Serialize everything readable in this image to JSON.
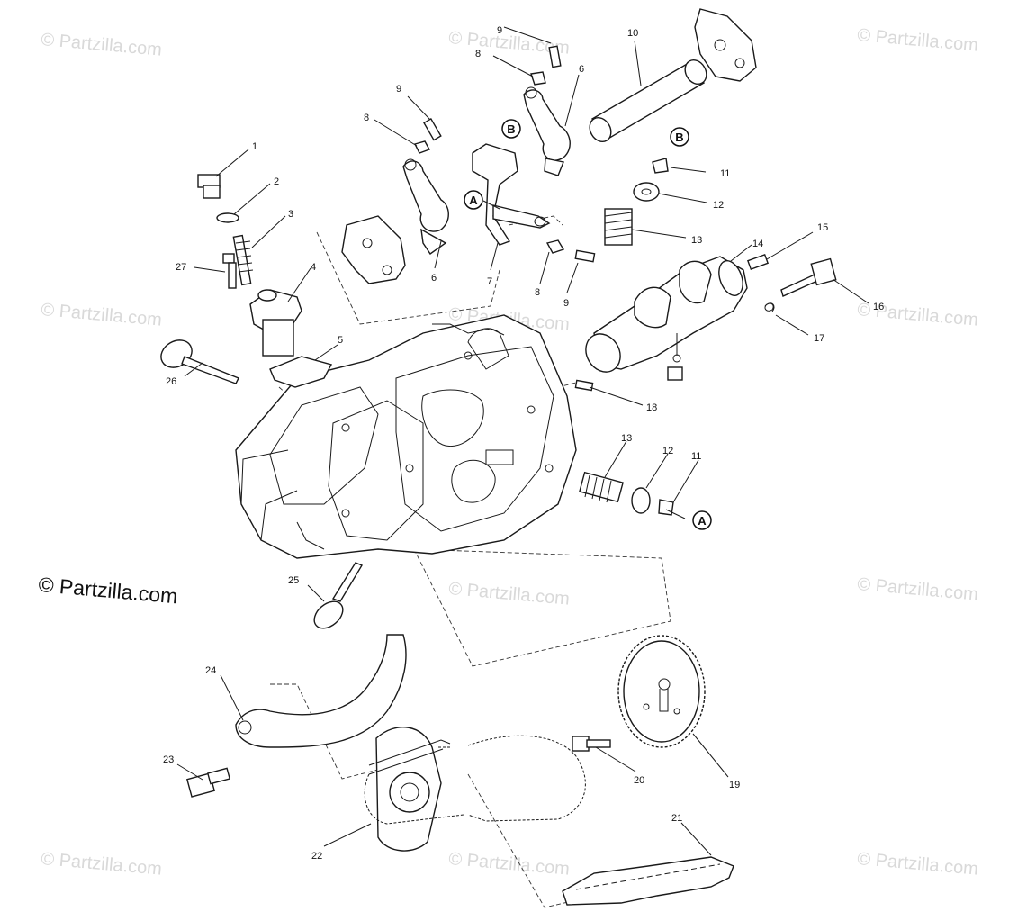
{
  "watermark": {
    "text": "© Partzilla.com",
    "main_text": "© Partzilla.com"
  },
  "reference_marks": {
    "a": "A",
    "b": "B"
  },
  "callouts": {
    "c1": "1",
    "c2": "2",
    "c3": "3",
    "c4": "4",
    "c5": "5",
    "c6a": "6",
    "c6b": "6",
    "c7": "7",
    "c8a": "8",
    "c8b": "8",
    "c8c": "8",
    "c9a": "9",
    "c9b": "9",
    "c9c": "9",
    "c10": "10",
    "c11a": "11",
    "c11b": "11",
    "c12a": "12",
    "c12b": "12",
    "c13a": "13",
    "c13b": "13",
    "c14": "14",
    "c15": "15",
    "c16": "16",
    "c17": "17",
    "c18": "18",
    "c19": "19",
    "c20": "20",
    "c21": "21",
    "c22": "22",
    "c23": "23",
    "c24": "24",
    "c25": "25",
    "c26": "26",
    "c27": "27"
  },
  "colors": {
    "line": "#1a1a1a",
    "watermark": "#d9d9d9",
    "background": "#ffffff"
  }
}
